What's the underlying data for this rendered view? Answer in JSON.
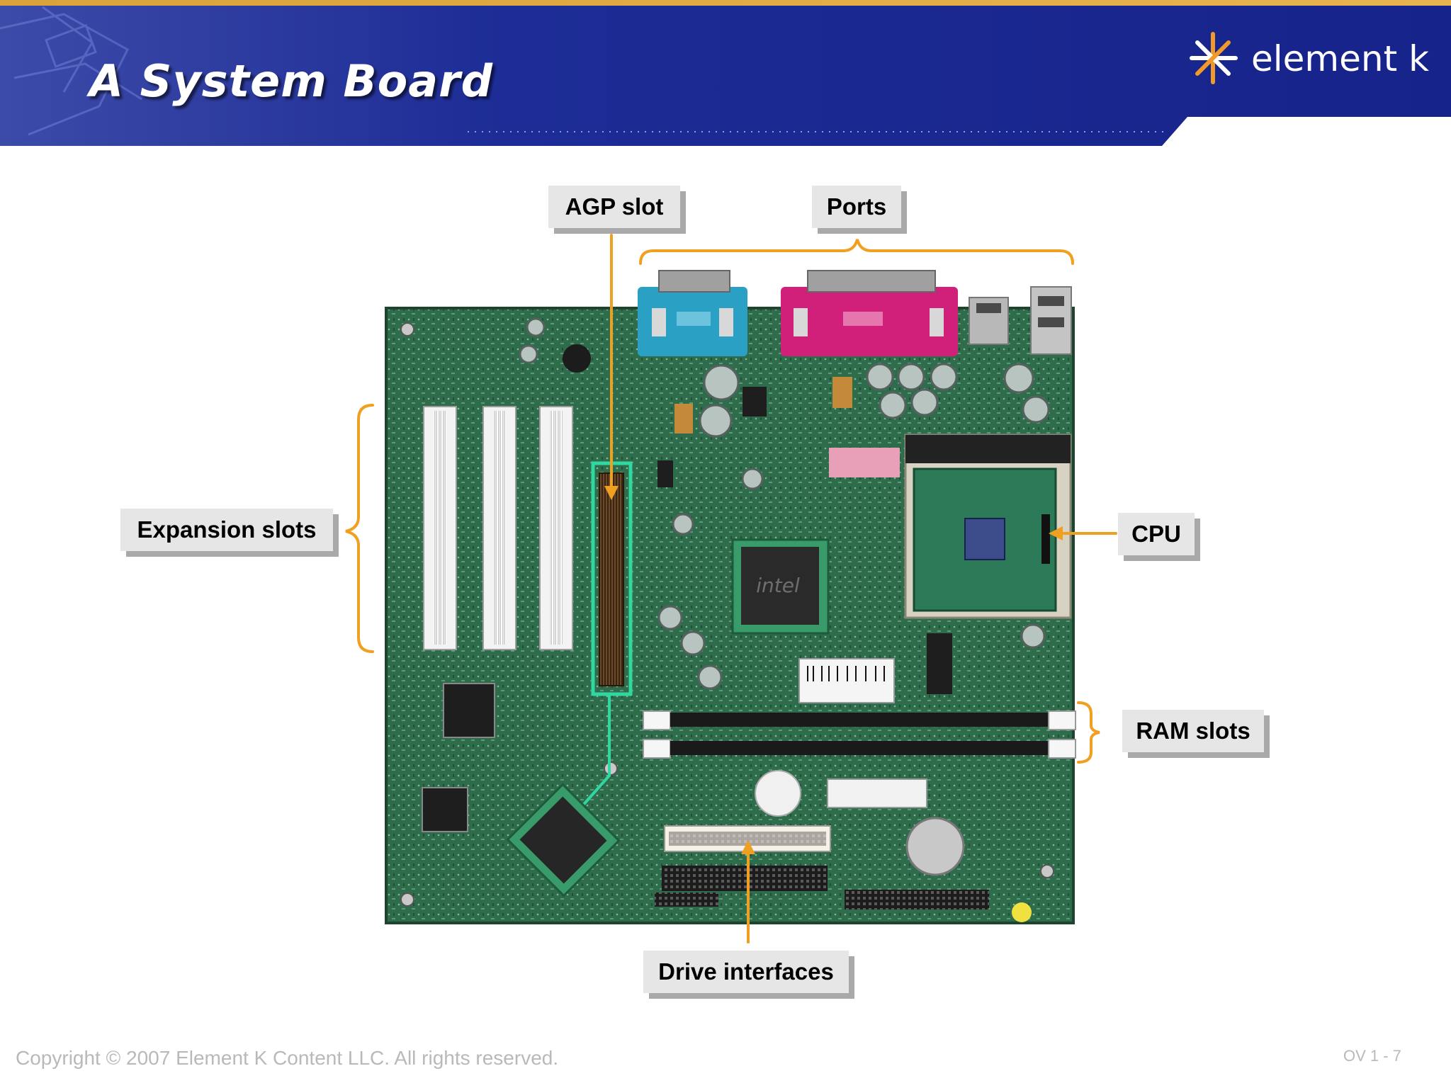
{
  "slide": {
    "title": "A System Board",
    "logo_text": "element k",
    "logo_icon": "starburst-icon"
  },
  "callouts": {
    "agp_slot": "AGP slot",
    "ports": "Ports",
    "expansion_slots": "Expansion slots",
    "cpu": "CPU",
    "ram_slots": "RAM slots",
    "drive_interfaces": "Drive interfaces"
  },
  "footer": {
    "copyright": "Copyright © 2007 Element K Content LLC. All rights reserved.",
    "page": "OV 1 - 7"
  },
  "colors": {
    "header_blue": "#1a2a8c",
    "accent_orange": "#f0a020",
    "agp_highlight": "#2fd8a0",
    "board_green": "#2e6b4a"
  }
}
